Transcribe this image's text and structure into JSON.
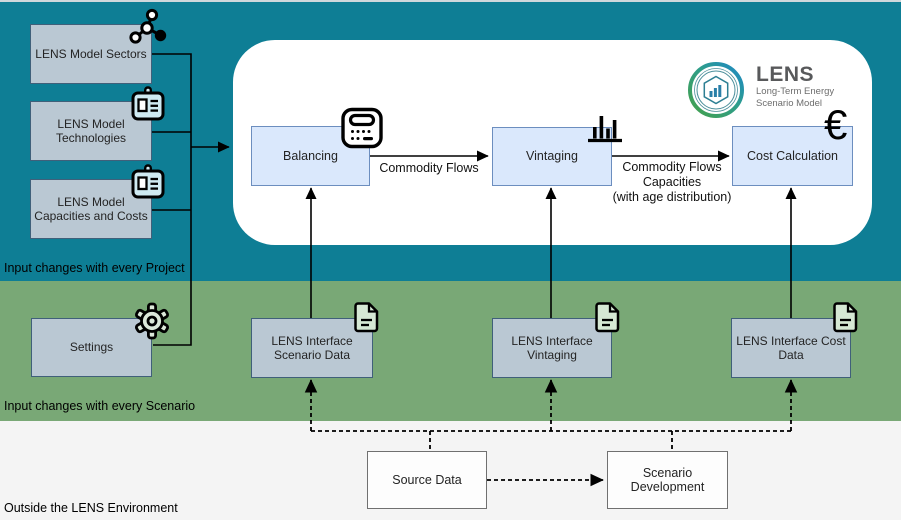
{
  "regions": {
    "project": {
      "label": "Input changes with every Project",
      "bg": "#0e7e95"
    },
    "scenario": {
      "label": "Input changes with every Scenario",
      "bg": "#79a876"
    },
    "outside": {
      "label": "Outside the LENS Environment",
      "bg": "#f4f4f4"
    }
  },
  "logo": {
    "title": "LENS",
    "subtitle_line1": "Long-Term Energy",
    "subtitle_line2": "Scenario Model"
  },
  "nodes": {
    "sectors": {
      "label": "LENS Model Sectors",
      "icon": "share-nodes-icon"
    },
    "technologies": {
      "label": "LENS Model Technologies",
      "icon": "id-badge-icon"
    },
    "capacities": {
      "label": "LENS Model Capacities and Costs",
      "icon": "id-badge-icon"
    },
    "settings": {
      "label": "Settings",
      "icon": "gear-icon"
    },
    "balancing": {
      "label": "Balancing",
      "icon": "calculator-icon"
    },
    "vintaging": {
      "label": "Vintaging",
      "icon": "bar-chart-icon"
    },
    "cost_calculation": {
      "label": "Cost Calculation",
      "icon": "euro-icon"
    },
    "iface_scenario": {
      "label": "LENS Interface Scenario Data",
      "icon": "document-icon"
    },
    "iface_vintaging": {
      "label": "LENS Interface Vintaging",
      "icon": "document-icon"
    },
    "iface_cost": {
      "label": "LENS Interface Cost Data",
      "icon": "document-icon"
    },
    "source_data": {
      "label": "Source Data"
    },
    "scenario_development": {
      "label": "Scenario Development"
    }
  },
  "edges": {
    "balancing_to_vintaging": {
      "label": "Commodity Flows"
    },
    "vintaging_to_cost": {
      "label_line1": "Commodity Flows",
      "label_line2": "Capacities",
      "label_line3": "(with age distribution)"
    },
    "euro_glyph": "€"
  },
  "colors": {
    "project_band": "#0e7e95",
    "scenario_band": "#79a876",
    "outside_band": "#f4f4f4",
    "process_box_fill": "#dae8fc",
    "process_box_border": "#6c8ebf",
    "data_box_fill": "#bac8d3",
    "data_box_border": "#40607a",
    "doc_icon_fill": "#d5e8d4",
    "badge_icon_fill": "#cfeaf2",
    "logo_green": "#45a049",
    "logo_blue": "#1e88c7"
  }
}
